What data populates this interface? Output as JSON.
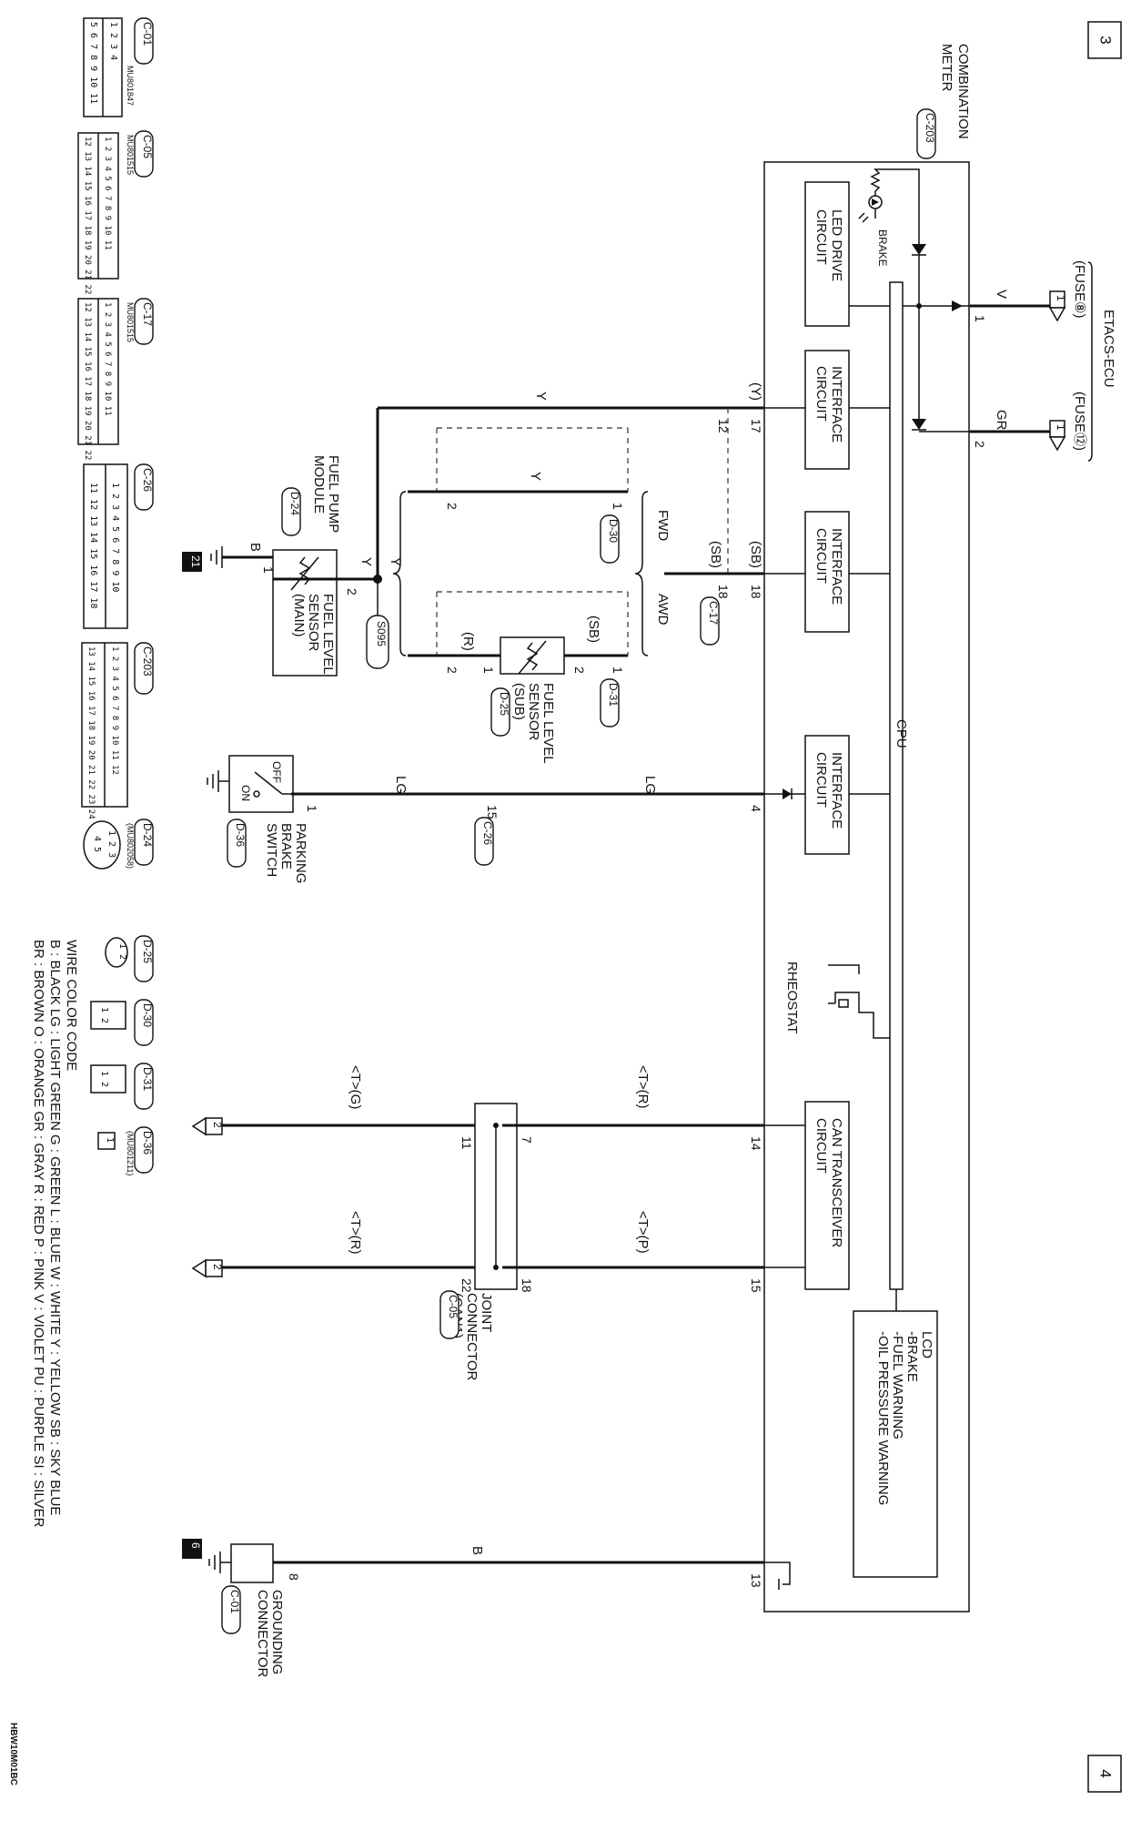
{
  "page_numbers": {
    "top": "3",
    "bottom": "4"
  },
  "combination_meter": {
    "title_line1": "COMBINATION",
    "title_line2": "METER",
    "code": "C-203"
  },
  "etacs": {
    "title": "ETACS-ECU",
    "fuse8": "(FUSE⑧)",
    "fuse12": "(FUSE⑫)",
    "tag1": "1",
    "tag2": "1"
  },
  "circuits": {
    "led_drive_1": "LED DRIVE",
    "led_drive_2": "CIRCUIT",
    "interface_1": "INTERFACE",
    "interface_2": "CIRCUIT",
    "can_1": "CAN TRANSCEIVER",
    "can_2": "CIRCUIT",
    "cpu": "CPU",
    "rheostat": "RHEOSTAT",
    "brake": "BRAKE",
    "lcd_1": "LCD",
    "lcd_2": "-BRAKE",
    "lcd_3": "-FUEL WARNING",
    "lcd_4": "-OIL PRESSURE WARNING"
  },
  "wires": {
    "v": "V",
    "gr": "GR",
    "y": "Y",
    "y_paren": "(Y)",
    "sb_paren": "(SB)",
    "r_paren": "(R)",
    "lg": "LG",
    "b": "B",
    "t_r": "<T>(R)",
    "t_g": "<T>(G)",
    "t_p": "<T>(P)"
  },
  "pins": {
    "p1": "1",
    "p2": "2",
    "p17": "17",
    "p12": "12",
    "p18": "18",
    "p4": "4",
    "p15": "15",
    "p14": "14",
    "p13": "13",
    "p7": "7",
    "p11": "11",
    "p22": "22",
    "p8": "8"
  },
  "labels": {
    "fwd": "FWD",
    "awd": "AWD",
    "s095": "S095",
    "fuel_pump_1": "FUEL PUMP",
    "fuel_pump_2": "MODULE",
    "fls_main_1": "FUEL LEVEL",
    "fls_main_2": "SENSOR",
    "fls_main_3": "(MAIN)",
    "fls_sub_1": "FUEL LEVEL",
    "fls_sub_2": "SENSOR",
    "fls_sub_3": "(SUB)",
    "parking_1": "PARKING",
    "parking_2": "BRAKE",
    "parking_3": "SWITCH",
    "off": "OFF",
    "on": "ON",
    "joint_1": "JOINT",
    "joint_2": "CONNECTOR",
    "joint_3": "(CAN1)",
    "ground_1": "GROUNDING",
    "ground_2": "CONNECTOR",
    "ref21": "21",
    "ref6": "6",
    "can_tag": "2"
  },
  "connectors": {
    "c01": "C-01",
    "c05": "C-05",
    "c17": "C-17",
    "c26": "C-26",
    "c203": "C-203",
    "d24": "D-24",
    "d25": "D-25",
    "d30": "D-30",
    "d31": "D-31",
    "d36": "D-36"
  },
  "part_numbers": {
    "c01": "MU801847",
    "c05": "MU801515",
    "c17": "MU801515",
    "d24": "(MU802058)",
    "d36": "(MU801211)"
  },
  "connector_pins": {
    "c01_top": "1 2      3 4",
    "c01_bot": "5 6 7 8 9 10 11",
    "c05_top": "1 2 3 4 5 6 7 8 9 10 11",
    "c05_bot": "12 13 14 15 16 17 18 19 20 21 22",
    "c17_top": "1 2 3 4 5 6 7 8 9 10 11",
    "c17_bot": "12 13 14 15 16 17 18 19 20 21 22",
    "c26_top": "1 2 3 4 5 6 7 8 9 10",
    "c26_bot": "11 12 13 14 15 16 17 18",
    "c203_top": "1 2 3 4 5 6 7 8 9 10 11 12",
    "c203_bot": "13 14 15 16 17 18 19 20 21 22 23 24",
    "d24_a": "1 2 3",
    "d24_b": "4 5",
    "d25": "1 2",
    "d30": "1 2",
    "d31": "1 2",
    "d36": "1"
  },
  "legend": {
    "title": "WIRE COLOR CODE",
    "row1": "B : BLACK   LG : LIGHT GREEN   G : GREEN   L : BLUE   W : WHITE   Y : YELLOW   SB : SKY BLUE",
    "row2": "BR : BROWN   O : ORANGE   GR : GRAY   R : RED   P : PINK   V : VIOLET   PU : PURPLE   SI : SILVER"
  },
  "diagram_code": "HBW10M01BC"
}
